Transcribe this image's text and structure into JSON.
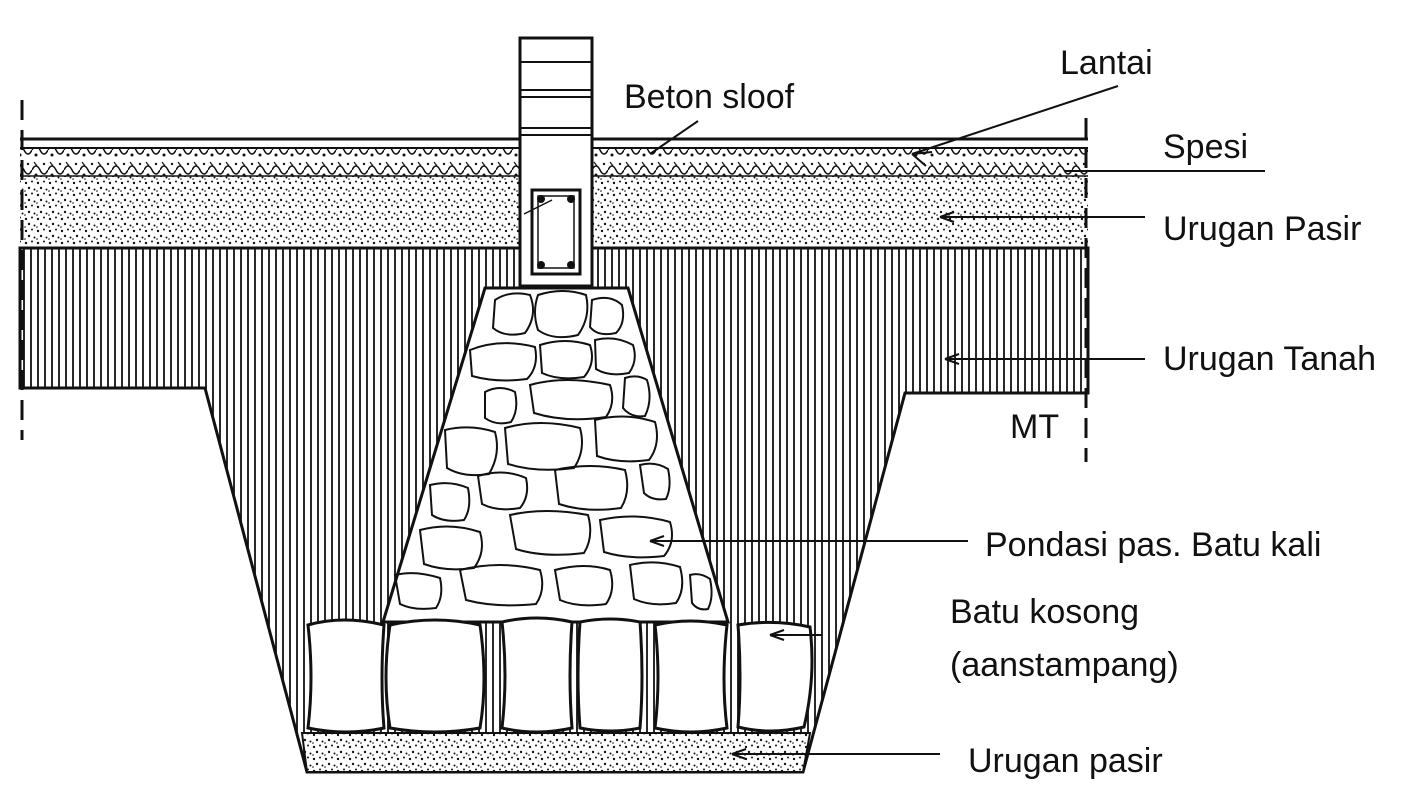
{
  "labels": {
    "lantai": "Lantai",
    "beton_sloof": "Beton sloof",
    "spesi": "Spesi",
    "urugan_pasir_top": "Urugan Pasir",
    "urugan_tanah": "Urugan Tanah",
    "mt": "MT",
    "pondasi": "Pondasi pas. Batu kali",
    "batu_kosong_1": "Batu kosong",
    "batu_kosong_2": "(aanstampang)",
    "urugan_pasir_bottom": "Urugan pasir"
  },
  "colors": {
    "ink": "#111111",
    "paper": "#ffffff"
  }
}
